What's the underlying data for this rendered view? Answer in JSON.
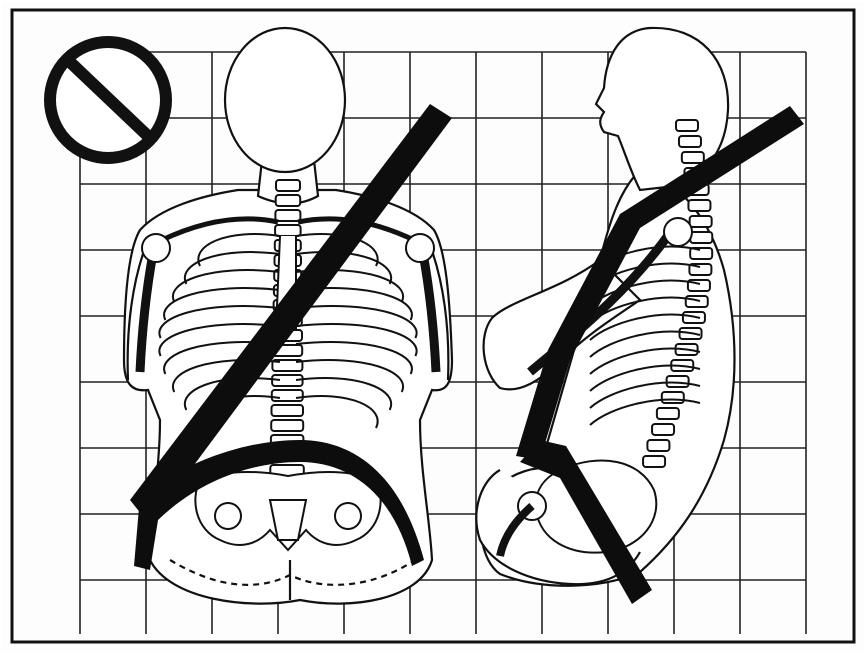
{
  "figure": {
    "prohibition_sign": "no-entry-circle-slash",
    "views": [
      "front-view",
      "side-view"
    ],
    "line_color": "#111111",
    "belt_color": "#0d0d0d",
    "background_color": "#fdfdfd"
  }
}
